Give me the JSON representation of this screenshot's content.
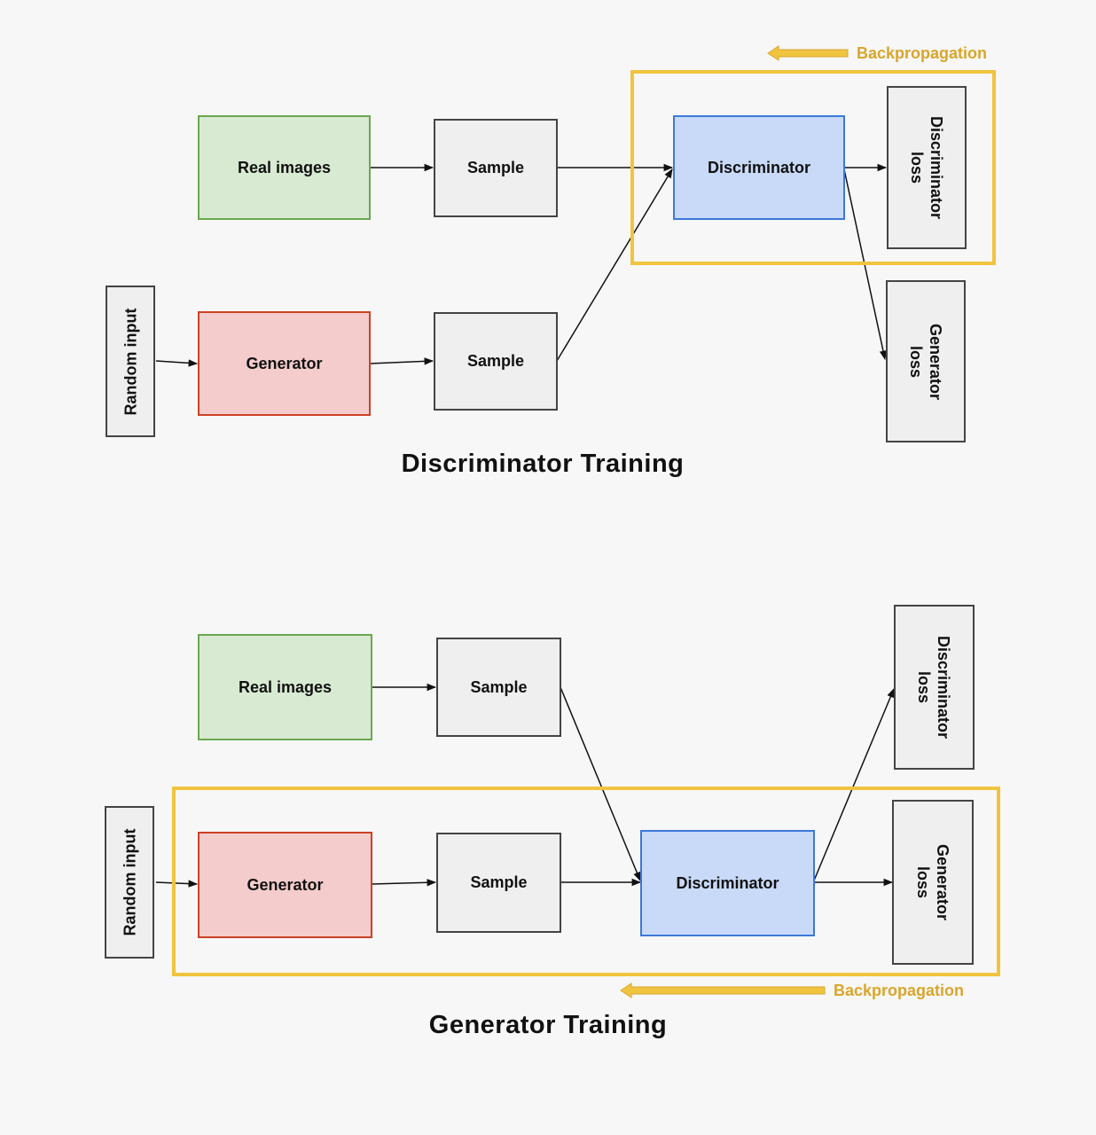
{
  "colors": {
    "real_images_fill": "#d9ead3",
    "generator_fill": "#f4cccc",
    "discriminator_fill": "#c9daf8",
    "sample_fill": "#efefef",
    "highlight": "#f0c43f",
    "backprop_text": "#d9a62b"
  },
  "top": {
    "caption": "Discriminator Training",
    "backprop_label": "Backpropagation",
    "random_input": "Random input",
    "real_images": "Real images",
    "generator": "Generator",
    "sample_real": "Sample",
    "sample_fake": "Sample",
    "discriminator": "Discriminator",
    "disc_loss_line1": "Discriminator",
    "disc_loss_line2": "loss",
    "gen_loss_line1": "Generator",
    "gen_loss_line2": "loss"
  },
  "bottom": {
    "caption": "Generator Training",
    "backprop_label": "Backpropagation",
    "random_input": "Random input",
    "real_images": "Real images",
    "generator": "Generator",
    "sample_real": "Sample",
    "sample_fake": "Sample",
    "discriminator": "Discriminator",
    "disc_loss_line1": "Discriminator",
    "disc_loss_line2": "loss",
    "gen_loss_line1": "Generator",
    "gen_loss_line2": "loss"
  }
}
